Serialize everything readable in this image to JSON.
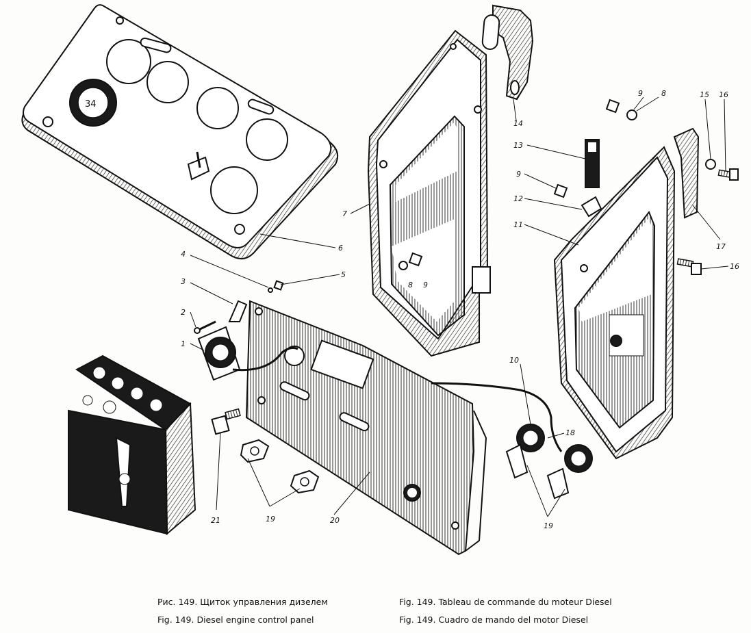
{
  "captions": {
    "ru": "Рис. 149. Щиток управления дизелем",
    "en": "Fig. 149. Diesel engine control panel",
    "fr": "Fig. 149. Tableau de commande du moteur Diesel",
    "es": "Fig. 149. Cuadro de mando del motor Diesel"
  },
  "callouts": {
    "c1": "1",
    "c2": "2",
    "c3": "3",
    "c4": "4",
    "c5": "5",
    "c6": "6",
    "c7": "7",
    "c8a": "8",
    "c8b": "8",
    "c9a": "9",
    "c9b": "9",
    "c9c": "9",
    "c10": "10",
    "c11": "11",
    "c12": "12",
    "c13": "13",
    "c14": "14",
    "c15": "15",
    "c16a": "16",
    "c16b": "16",
    "c17": "17",
    "c18": "18",
    "c19a": "19",
    "c19b": "19",
    "c20": "20",
    "c21": "21"
  },
  "gauge_text": "34"
}
